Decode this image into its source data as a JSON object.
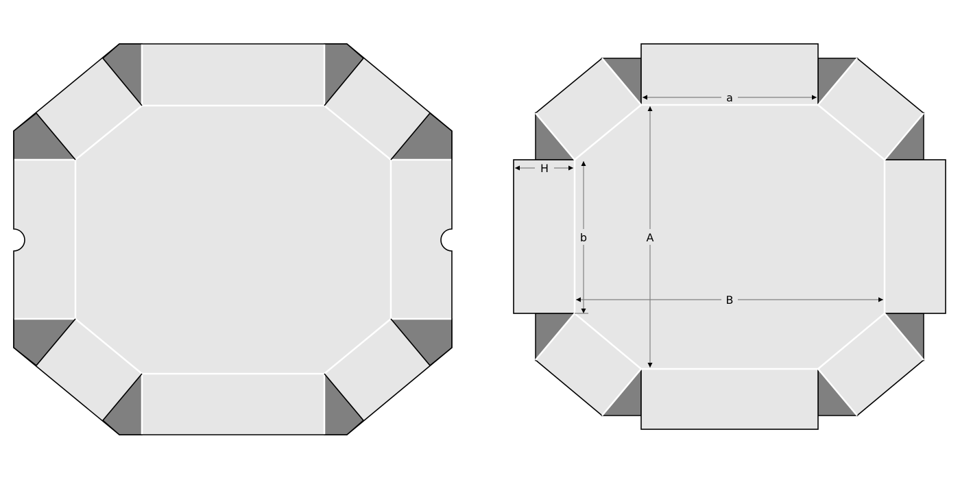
{
  "diagram": {
    "title": "Octagonal box blank - flat and folded-up views",
    "colors": {
      "panel_fill": "#e6e6e6",
      "corner_fill": "#808080",
      "outline": "#000000",
      "fold_line": "#ffffff",
      "dimension_line": "#808080",
      "background": "#ffffff"
    },
    "left_view": {
      "name": "flat blank",
      "features": [
        "octagonal base",
        "4 rectangular side panels",
        "4 diagonal side panels",
        "8 grey glue corners",
        "2 semicircular thumb notches"
      ]
    },
    "right_view": {
      "name": "dimensioned blank",
      "dimensions": {
        "a": "a",
        "b": "b",
        "A": "A",
        "B": "B",
        "H": "H"
      }
    }
  }
}
